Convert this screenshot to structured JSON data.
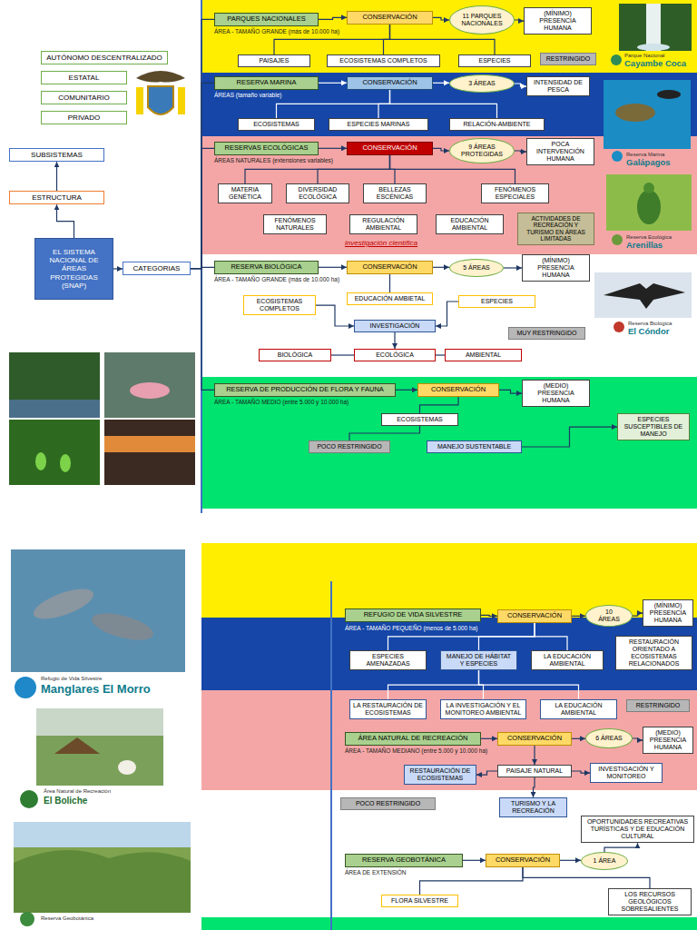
{
  "diagram": {
    "nodes": [
      {
        "text": [
          "PARQUES NACIONALES"
        ]
      },
      {
        "text": [
          "CONSERVACIÓN"
        ]
      },
      {
        "text": [
          "11 PARQUES NACIONALES"
        ]
      },
      {
        "text": [
          "(MÍNIMO) PRESENCIA HUMANA"
        ]
      },
      {
        "text": [
          "PAISAJES"
        ]
      },
      {
        "text": [
          "ECOSISTEMAS COMPLETOS"
        ]
      },
      {
        "text": [
          "ESPECIES"
        ]
      },
      {
        "text": [
          "RESTRINGIDO"
        ]
      },
      {
        "text": [
          "RESERVA MARINA"
        ]
      },
      {
        "text": [
          "CONSERVACIÓN"
        ]
      },
      {
        "text": [
          "3 ÁREAS"
        ]
      },
      {
        "text": [
          "INTENSIDAD DE PESCA"
        ]
      },
      {
        "text": [
          "ECOSISTEMAS"
        ]
      },
      {
        "text": [
          "ESPECIES MARINAS"
        ]
      },
      {
        "text": [
          "RELACIÓN-AMBIENTE"
        ]
      },
      {
        "text": [
          "RESERVAS ECOLÓGICAS"
        ]
      },
      {
        "text": [
          "CONSERVACIÓN"
        ]
      },
      {
        "text": [
          "9 ÁREAS PROTEGIDAS"
        ]
      },
      {
        "text": [
          "POCA INTERVENCIÓN HUMANA"
        ]
      },
      {
        "text": [
          "MATERIA GENÉTICA"
        ]
      },
      {
        "text": [
          "DIVERSIDAD ECOLÓGICA"
        ]
      },
      {
        "text": [
          "BELLEZAS ESCÉNICAS"
        ]
      },
      {
        "text": [
          "FENÓMENOS ESPECIALES"
        ]
      },
      {
        "text": [
          "FENÓMENOS NATURALES"
        ]
      },
      {
        "text": [
          "REGULACIÓN AMBIENTAL"
        ]
      },
      {
        "text": [
          "EDUCACIÓN AMBIENTAL"
        ]
      },
      {
        "text": [
          "ACTIVIDADES DE RECREACIÓN Y TURISMO EN ÁREAS LIMITADAS"
        ]
      },
      {
        "text": [
          "RESERVA BIOLÓGICA"
        ]
      },
      {
        "text": [
          "CONSERVACIÓN"
        ]
      },
      {
        "text": [
          "5 ÁREAS"
        ]
      },
      {
        "text": [
          "(MÍNIMO) PRESENCIA HUMANA"
        ]
      },
      {
        "text": [
          "ECOSISTEMAS COMPLETOS"
        ]
      },
      {
        "text": [
          "EDUCACIÓN AMBIETAL"
        ]
      },
      {
        "text": [
          "ESPECIES"
        ]
      },
      {
        "text": [
          "INVESTIGACIÓN"
        ]
      },
      {
        "text": [
          "MUY RESTRINGIDO"
        ]
      },
      {
        "text": [
          "BIOLÓGICA"
        ]
      },
      {
        "text": [
          "ECOLÓGICA"
        ]
      },
      {
        "text": [
          "AMBIENTAL"
        ]
      },
      {
        "text": [
          "RESERVA DE PRODUCCIÓN DE FLORA Y FAUNA"
        ]
      },
      {
        "text": [
          "CONSERVACIÓN"
        ]
      },
      {
        "text": [
          "(MEDIO) PRESENCIA HUMANA"
        ]
      },
      {
        "text": [
          "ECOSISTEMAS"
        ]
      },
      {
        "text": [
          "POCO RESTRINGIDO"
        ]
      },
      {
        "text": [
          "MANEJO SUSTENTABLE"
        ]
      },
      {
        "text": [
          "ESPECIES SUSCEPTIBLES DE MANEJO"
        ]
      },
      {
        "text": [
          "AUTÓNOMO DESCENTRALIZADO"
        ]
      },
      {
        "text": [
          "ESTATAL"
        ]
      },
      {
        "text": [
          "COMUNITARIO"
        ]
      },
      {
        "text": [
          "PRIVADO"
        ]
      },
      {
        "text": [
          "SUBSISTEMAS"
        ]
      },
      {
        "text": [
          "ESTRUCTURA"
        ]
      },
      {
        "text": [
          "EL SISTEMA NACIONAL DE ÁREAS PROTEGIDAS (SNAP)"
        ]
      },
      {
        "text": [
          "CATEGORIAS"
        ]
      },
      {
        "text": [
          "REFUGIO DE VIDA SILVESTRE"
        ]
      },
      {
        "text": [
          "CONSERVACIÓN"
        ]
      },
      {
        "text": [
          "10 ÁREAS"
        ]
      },
      {
        "text": [
          "(MÍNIMO) PRESENCIA HUMANA"
        ]
      },
      {
        "text": [
          "LA EDUCACIÓN AMBIENTAL"
        ]
      },
      {
        "text": [
          "RESTAURACIÓN ORIENTADO A ECOSISTEMAS RELACIONADOS"
        ]
      },
      {
        "text": [
          "ESPECIES AMENAZADAS"
        ]
      },
      {
        "text": [
          "MANEJO DE HÁBITAT Y ESPECIES"
        ]
      },
      {
        "text": [
          "RESTRINGIDO"
        ]
      },
      {
        "text": [
          "LA RESTAURACIÓN DE ECOSISTEMAS"
        ]
      },
      {
        "text": [
          "LA INVESTIGACIÓN Y EL MONITOREO AMBIENTAL"
        ]
      },
      {
        "text": [
          "LA EDUCACIÓN AMBIENTAL"
        ]
      },
      {
        "text": [
          "ÁREA NATURAL DE RECREACIÓN"
        ]
      },
      {
        "text": [
          "CONSERVACIÓN"
        ]
      },
      {
        "text": [
          "6 ÁREAS"
        ]
      },
      {
        "text": [
          "(MEDIO) PRESENCIA HUMANA"
        ]
      },
      {
        "text": [
          "RESTAURACIÓN DE ECOSISTEMAS"
        ]
      },
      {
        "text": [
          "PAISAJE NATURAL"
        ]
      },
      {
        "text": [
          "INVESTIGACIÓN Y MONITOREO"
        ]
      },
      {
        "text": [
          "POCO RESTRINGIDO"
        ]
      },
      {
        "text": [
          "TURISMO Y LA RECREACIÓN"
        ]
      },
      {
        "text": [
          "OPORTUNIDADES RECREATIVAS TURÍSTICAS Y DE EDUCACIÓN CULTURAL"
        ]
      },
      {
        "text": [
          "RESERVA GEOBOTÁNICA"
        ]
      },
      {
        "text": [
          "CONSERVACIÓN"
        ]
      },
      {
        "text": [
          "1 ÁREA"
        ]
      },
      {
        "text": [
          "FLORA SILVESTRE"
        ]
      },
      {
        "text": [
          "LOS RECURSOS GEOLÓGICOS SOBRESALIENTES"
        ]
      }
    ],
    "edges": [
      {
        "from": 0,
        "to": 1,
        "arrow": "to"
      },
      {
        "from": 1,
        "to": 2,
        "arrow": "to"
      },
      {
        "from": 2,
        "to": 3,
        "arrow": "to"
      },
      {
        "from": 1,
        "to": 4,
        "arrow": "none"
      },
      {
        "from": 1,
        "to": 5,
        "arrow": "none"
      },
      {
        "from": 1,
        "to": 6,
        "arrow": "none"
      },
      {
        "from": 8,
        "to": 9,
        "arrow": "to"
      },
      {
        "from": 9,
        "to": 10,
        "arrow": "to"
      },
      {
        "from": 10,
        "to": 11,
        "arrow": "to"
      },
      {
        "from": 9,
        "to": 12,
        "arrow": "none"
      },
      {
        "from": 9,
        "to": 13,
        "arrow": "none"
      },
      {
        "from": 9,
        "to": 14,
        "arrow": "none"
      },
      {
        "from": 15,
        "to": 16,
        "arrow": "to"
      },
      {
        "from": 16,
        "to": 17,
        "arrow": "to"
      },
      {
        "from": 17,
        "to": 18,
        "arrow": "to"
      },
      {
        "from": 16,
        "to": 19,
        "arrow": "none"
      },
      {
        "from": 16,
        "to": 20,
        "arrow": "none"
      },
      {
        "from": 16,
        "to": 21,
        "arrow": "none"
      },
      {
        "from": 16,
        "to": 22,
        "arrow": "none"
      },
      {
        "from": 27,
        "to": 28,
        "arrow": "to"
      },
      {
        "from": 28,
        "to": 29,
        "arrow": "to"
      },
      {
        "from": 29,
        "to": 30,
        "arrow": "to"
      },
      {
        "from": 28,
        "to": 32,
        "arrow": "none"
      },
      {
        "from": 31,
        "to": 34,
        "arrow": "to"
      },
      {
        "from": 33,
        "to": 34,
        "arrow": "to"
      },
      {
        "from": 34,
        "to": 37,
        "arrow": "to"
      },
      {
        "from": 37,
        "to": 36,
        "arrow": "none"
      },
      {
        "from": 37,
        "to": 38,
        "arrow": "none"
      },
      {
        "from": 39,
        "to": 40,
        "arrow": "to"
      },
      {
        "from": 40,
        "to": 41,
        "arrow": "to"
      },
      {
        "from": 40,
        "to": 42,
        "arrow": "none"
      },
      {
        "from": 42,
        "to": 43,
        "arrow": "none"
      },
      {
        "from": 44,
        "to": 45,
        "arrow": "to"
      },
      {
        "from": 50,
        "to": 46,
        "arrow": "none"
      },
      {
        "from": 50,
        "to": 47,
        "arrow": "none"
      },
      {
        "from": 50,
        "to": 48,
        "arrow": "none"
      },
      {
        "from": 50,
        "to": 49,
        "arrow": "none"
      },
      {
        "from": 51,
        "to": 50,
        "arrow": "to"
      },
      {
        "from": 52,
        "to": 51,
        "arrow": "to"
      },
      {
        "from": 52,
        "to": 53,
        "arrow": "to"
      },
      {
        "from": 53,
        "to": 0,
        "arrow": "none"
      },
      {
        "from": 53,
        "to": 8,
        "arrow": "none"
      },
      {
        "from": 53,
        "to": 15,
        "arrow": "none"
      },
      {
        "from": 53,
        "to": 27,
        "arrow": "none"
      },
      {
        "from": 53,
        "to": 39,
        "arrow": "none"
      },
      {
        "from": 54,
        "to": 55,
        "arrow": "to"
      },
      {
        "from": 55,
        "to": 56,
        "arrow": "to"
      },
      {
        "from": 56,
        "to": 57,
        "arrow": "to"
      },
      {
        "from": 55,
        "to": 60,
        "arrow": "none"
      },
      {
        "from": 55,
        "to": 61,
        "arrow": "none"
      },
      {
        "from": 55,
        "to": 58,
        "arrow": "none"
      },
      {
        "from": 61,
        "to": 63,
        "arrow": "none"
      },
      {
        "from": 61,
        "to": 64,
        "arrow": "none"
      },
      {
        "from": 61,
        "to": 65,
        "arrow": "none"
      },
      {
        "from": 66,
        "to": 67,
        "arrow": "to"
      },
      {
        "from": 67,
        "to": 68,
        "arrow": "to"
      },
      {
        "from": 68,
        "to": 69,
        "arrow": "to"
      },
      {
        "from": 67,
        "to": 71,
        "arrow": "to"
      },
      {
        "from": 71,
        "to": 70,
        "arrow": "to"
      },
      {
        "from": 71,
        "to": 72,
        "arrow": "to"
      },
      {
        "from": 71,
        "to": 74,
        "arrow": "to"
      },
      {
        "from": 76,
        "to": 77,
        "arrow": "to"
      },
      {
        "from": 77,
        "to": 78,
        "arrow": "to"
      },
      {
        "from": 78,
        "to": 75,
        "arrow": "to"
      },
      {
        "from": 77,
        "to": 79,
        "arrow": "none"
      },
      {
        "from": 77,
        "to": 80,
        "arrow": "none"
      }
    ],
    "labels": [
      "ÁREA - TAMAÑO GRANDE (más de 10.000 ha)",
      "ÁREAS (tamaño variable)",
      "ÁREAS NATURALES (extensiones variables)",
      "investigación científica",
      "ÁREA - TAMAÑO GRANDE (más de 10.000 ha)",
      "ÁREA - TAMAÑO MEDIO (entre 5.000 y 10.000 ha)",
      "ÁREA - TAMAÑO PEQUEÑO (menos de 5.000 ha)",
      "ÁREA - TAMAÑO MEDIANO (entre 5.000 y 10.000 ha)",
      "ÁREA DE EXTENSIÓN",
      "Parque Nacional",
      "Cayambe Coca",
      "Reserva Marina",
      "Galápagos",
      "Reserva Ecológica",
      "Arenillas",
      "Reserva Biológica",
      "El Cóndor",
      "Refugio de Vida Silvestre",
      "Manglares El Morro",
      "Área Natural de Recreación",
      "El Boliche",
      "Reserva Geobotánica"
    ]
  }
}
